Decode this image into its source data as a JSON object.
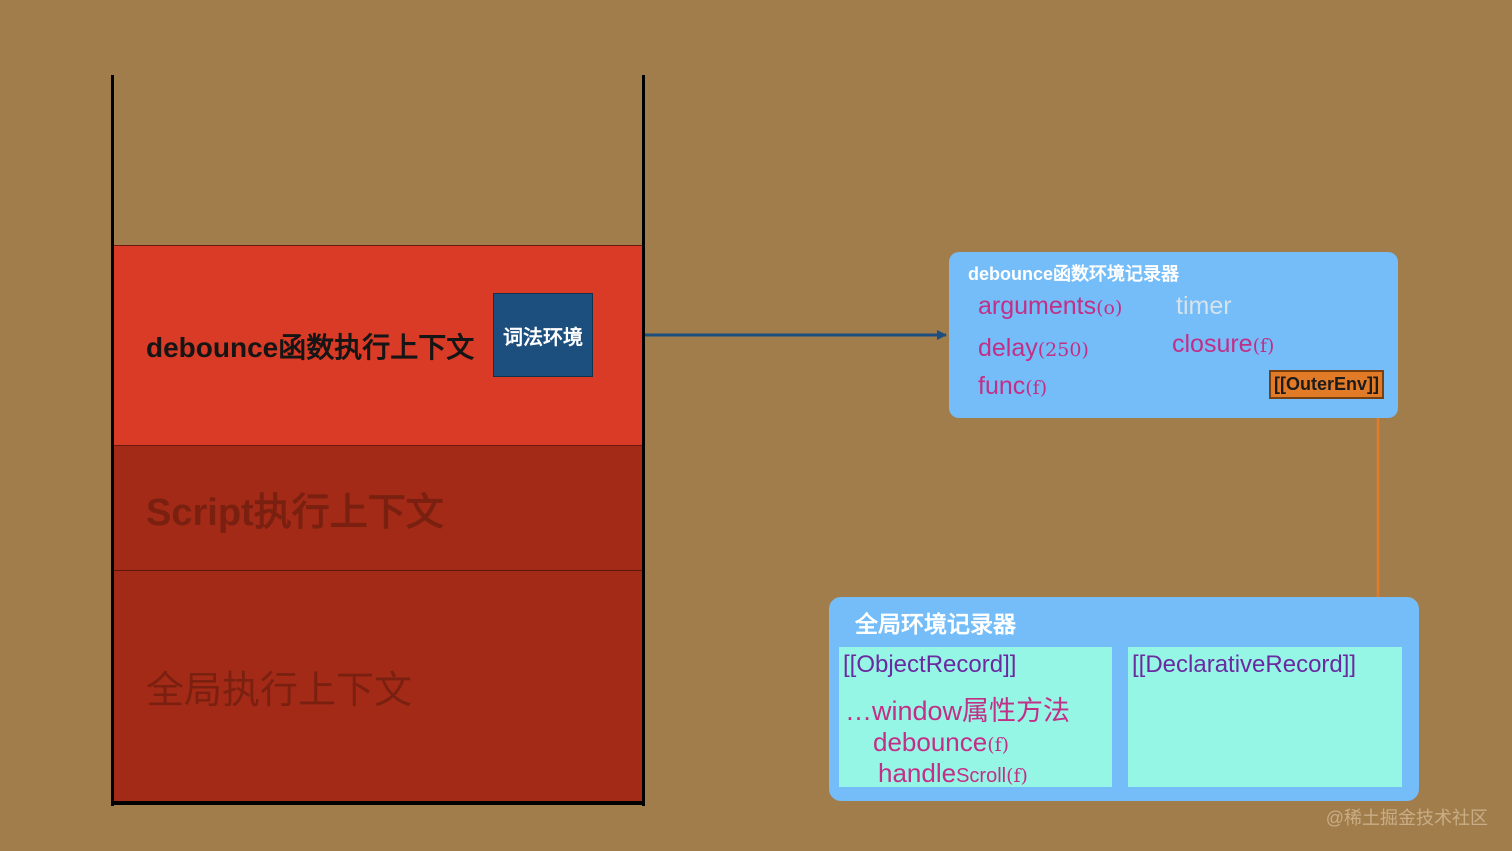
{
  "call_stack": {
    "frames": {
      "debounce": "debounce函数执行上下文",
      "script": "Script执行上下文",
      "global": "全局执行上下文"
    },
    "lexical_env_label": "词法环境"
  },
  "debounce_record": {
    "title": "debounce函数环境记录器",
    "vars": {
      "arguments": {
        "name": "arguments",
        "arg": "(o)"
      },
      "delay": {
        "name": "delay",
        "arg": "(250)"
      },
      "func": {
        "name": "func",
        "arg": "(f)"
      },
      "timer": {
        "name": "timer"
      },
      "closure": {
        "name": "closure",
        "arg": "(f)"
      }
    },
    "outer_env": "[[OuterEnv]]"
  },
  "global_record": {
    "title": "全局环境记录器",
    "object_record": {
      "title": "[[ObjectRecord]]",
      "items": {
        "window": "…window属性方法",
        "debounce": {
          "name": "debounce",
          "arg": "(f)"
        },
        "handle": {
          "name": "handle",
          "name_small": "Scroll",
          "arg": "(f)"
        }
      }
    },
    "declarative_record": {
      "title": "[[DeclarativeRecord]]"
    }
  },
  "watermark": "@稀土掘金技术社区",
  "colors": {
    "background": "#a27d4c",
    "active_frame": "#d93b26",
    "inactive_frame": "#a32a16",
    "lexical_env": "#1d4f7e",
    "record": "#74bdf8",
    "sub_record": "#96f6e6",
    "variable": "#c22f86",
    "outer_env": "#e27b28",
    "arrow_blue": "#1d4f7e",
    "arrow_orange": "#e27b28"
  }
}
